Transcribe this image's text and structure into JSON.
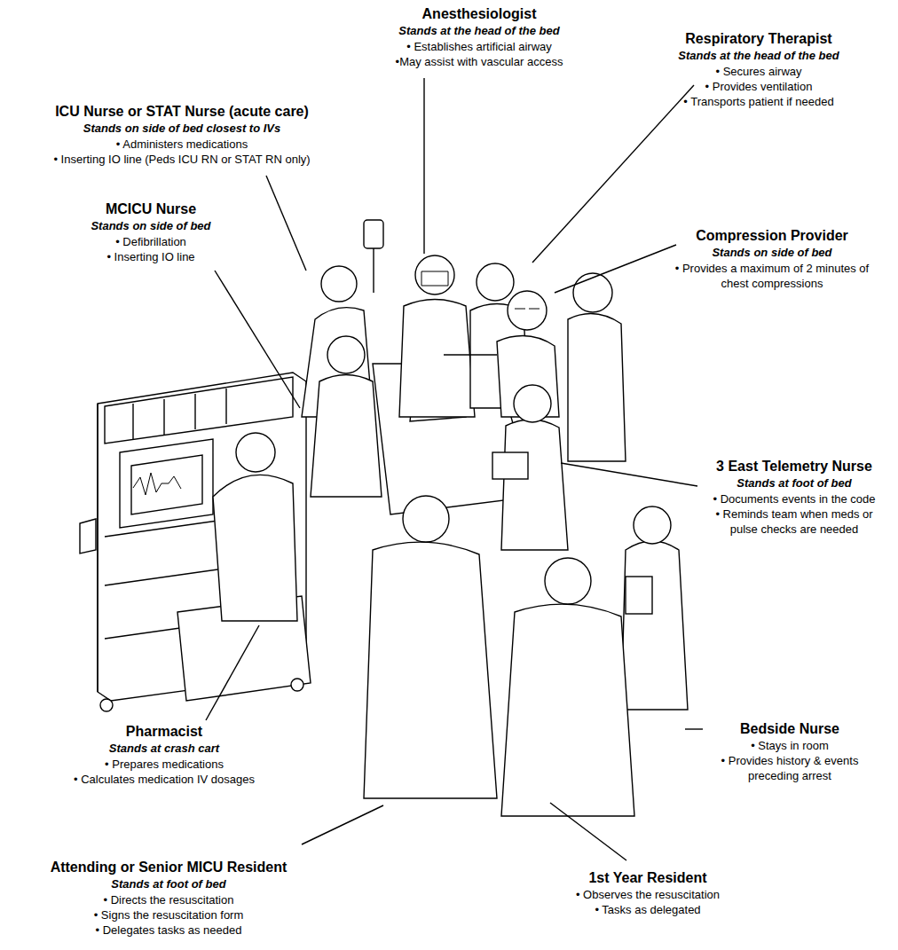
{
  "diagram": {
    "labels": [
      "Anesthesiologist",
      "Stands at the head of the bed",
      "• Establishes artificial airway",
      "•May assist with vascular access",
      "Respiratory Therapist",
      "Stands at the head of the bed",
      "• Secures airway",
      "• Provides ventilation",
      "• Transports patient if needed",
      "ICU Nurse or STAT Nurse (acute care)",
      "Stands on side of bed closest to IVs",
      "• Administers medications",
      "• Inserting IO line (Peds ICU RN or STAT RN only)",
      "MCICU Nurse",
      "Stands on side of bed",
      "• Defibrillation",
      "• Inserting IO line",
      "Compression Provider",
      "Stands on side of bed",
      "• Provides a maximum of 2 minutes of chest compressions",
      "3 East Telemetry Nurse",
      "Stands at foot of bed",
      "• Documents events in the code",
      "• Reminds team when meds or pulse checks are needed",
      "Pharmacist",
      "Stands at crash cart",
      "• Prepares medications",
      "• Calculates medication IV dosages",
      "Bedside Nurse",
      "• Stays in room",
      "• Provides history & events preceding arrest",
      "Attending or Senior MICU Resident",
      "Stands at foot of bed",
      "• Directs the resuscitation",
      "• Signs the resuscitation form",
      "• Delegates tasks as needed",
      "1st Year Resident",
      "• Observes the resuscitation",
      "• Tasks as delegated"
    ]
  }
}
